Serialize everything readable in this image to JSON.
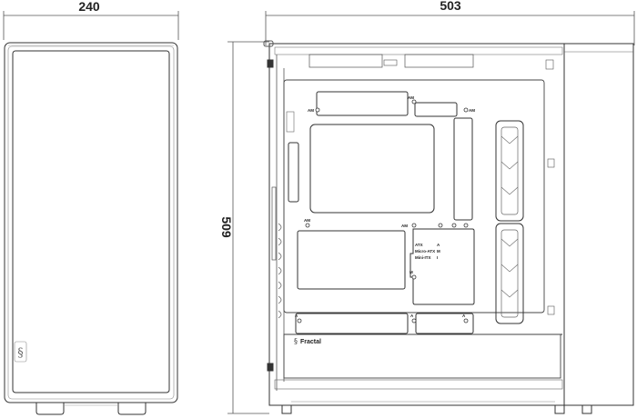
{
  "dimensions": {
    "width": "240",
    "depth": "503",
    "height": "509"
  },
  "front_panel": {
    "logo_glyph": "§"
  },
  "side_view": {
    "brand_text": "Fractal",
    "standoff_labels": {
      "am_left": "AM",
      "am_top": "AM",
      "am_right": "AM",
      "am_mid_left": "AM",
      "am_mid_right": "AM",
      "a_bottom_1": "A",
      "a_bottom_2": "A",
      "a_bottom_3": "A",
      "m_label": "M"
    },
    "form_factor_legend": [
      {
        "name": "ATX",
        "code": "A"
      },
      {
        "name": "Micro-ATX",
        "code": "M"
      },
      {
        "name": "Mini-ITX",
        "code": "I"
      }
    ]
  },
  "colors": {
    "line": "#333333",
    "light_line": "#777777",
    "panel_fill": "#ffffff"
  }
}
